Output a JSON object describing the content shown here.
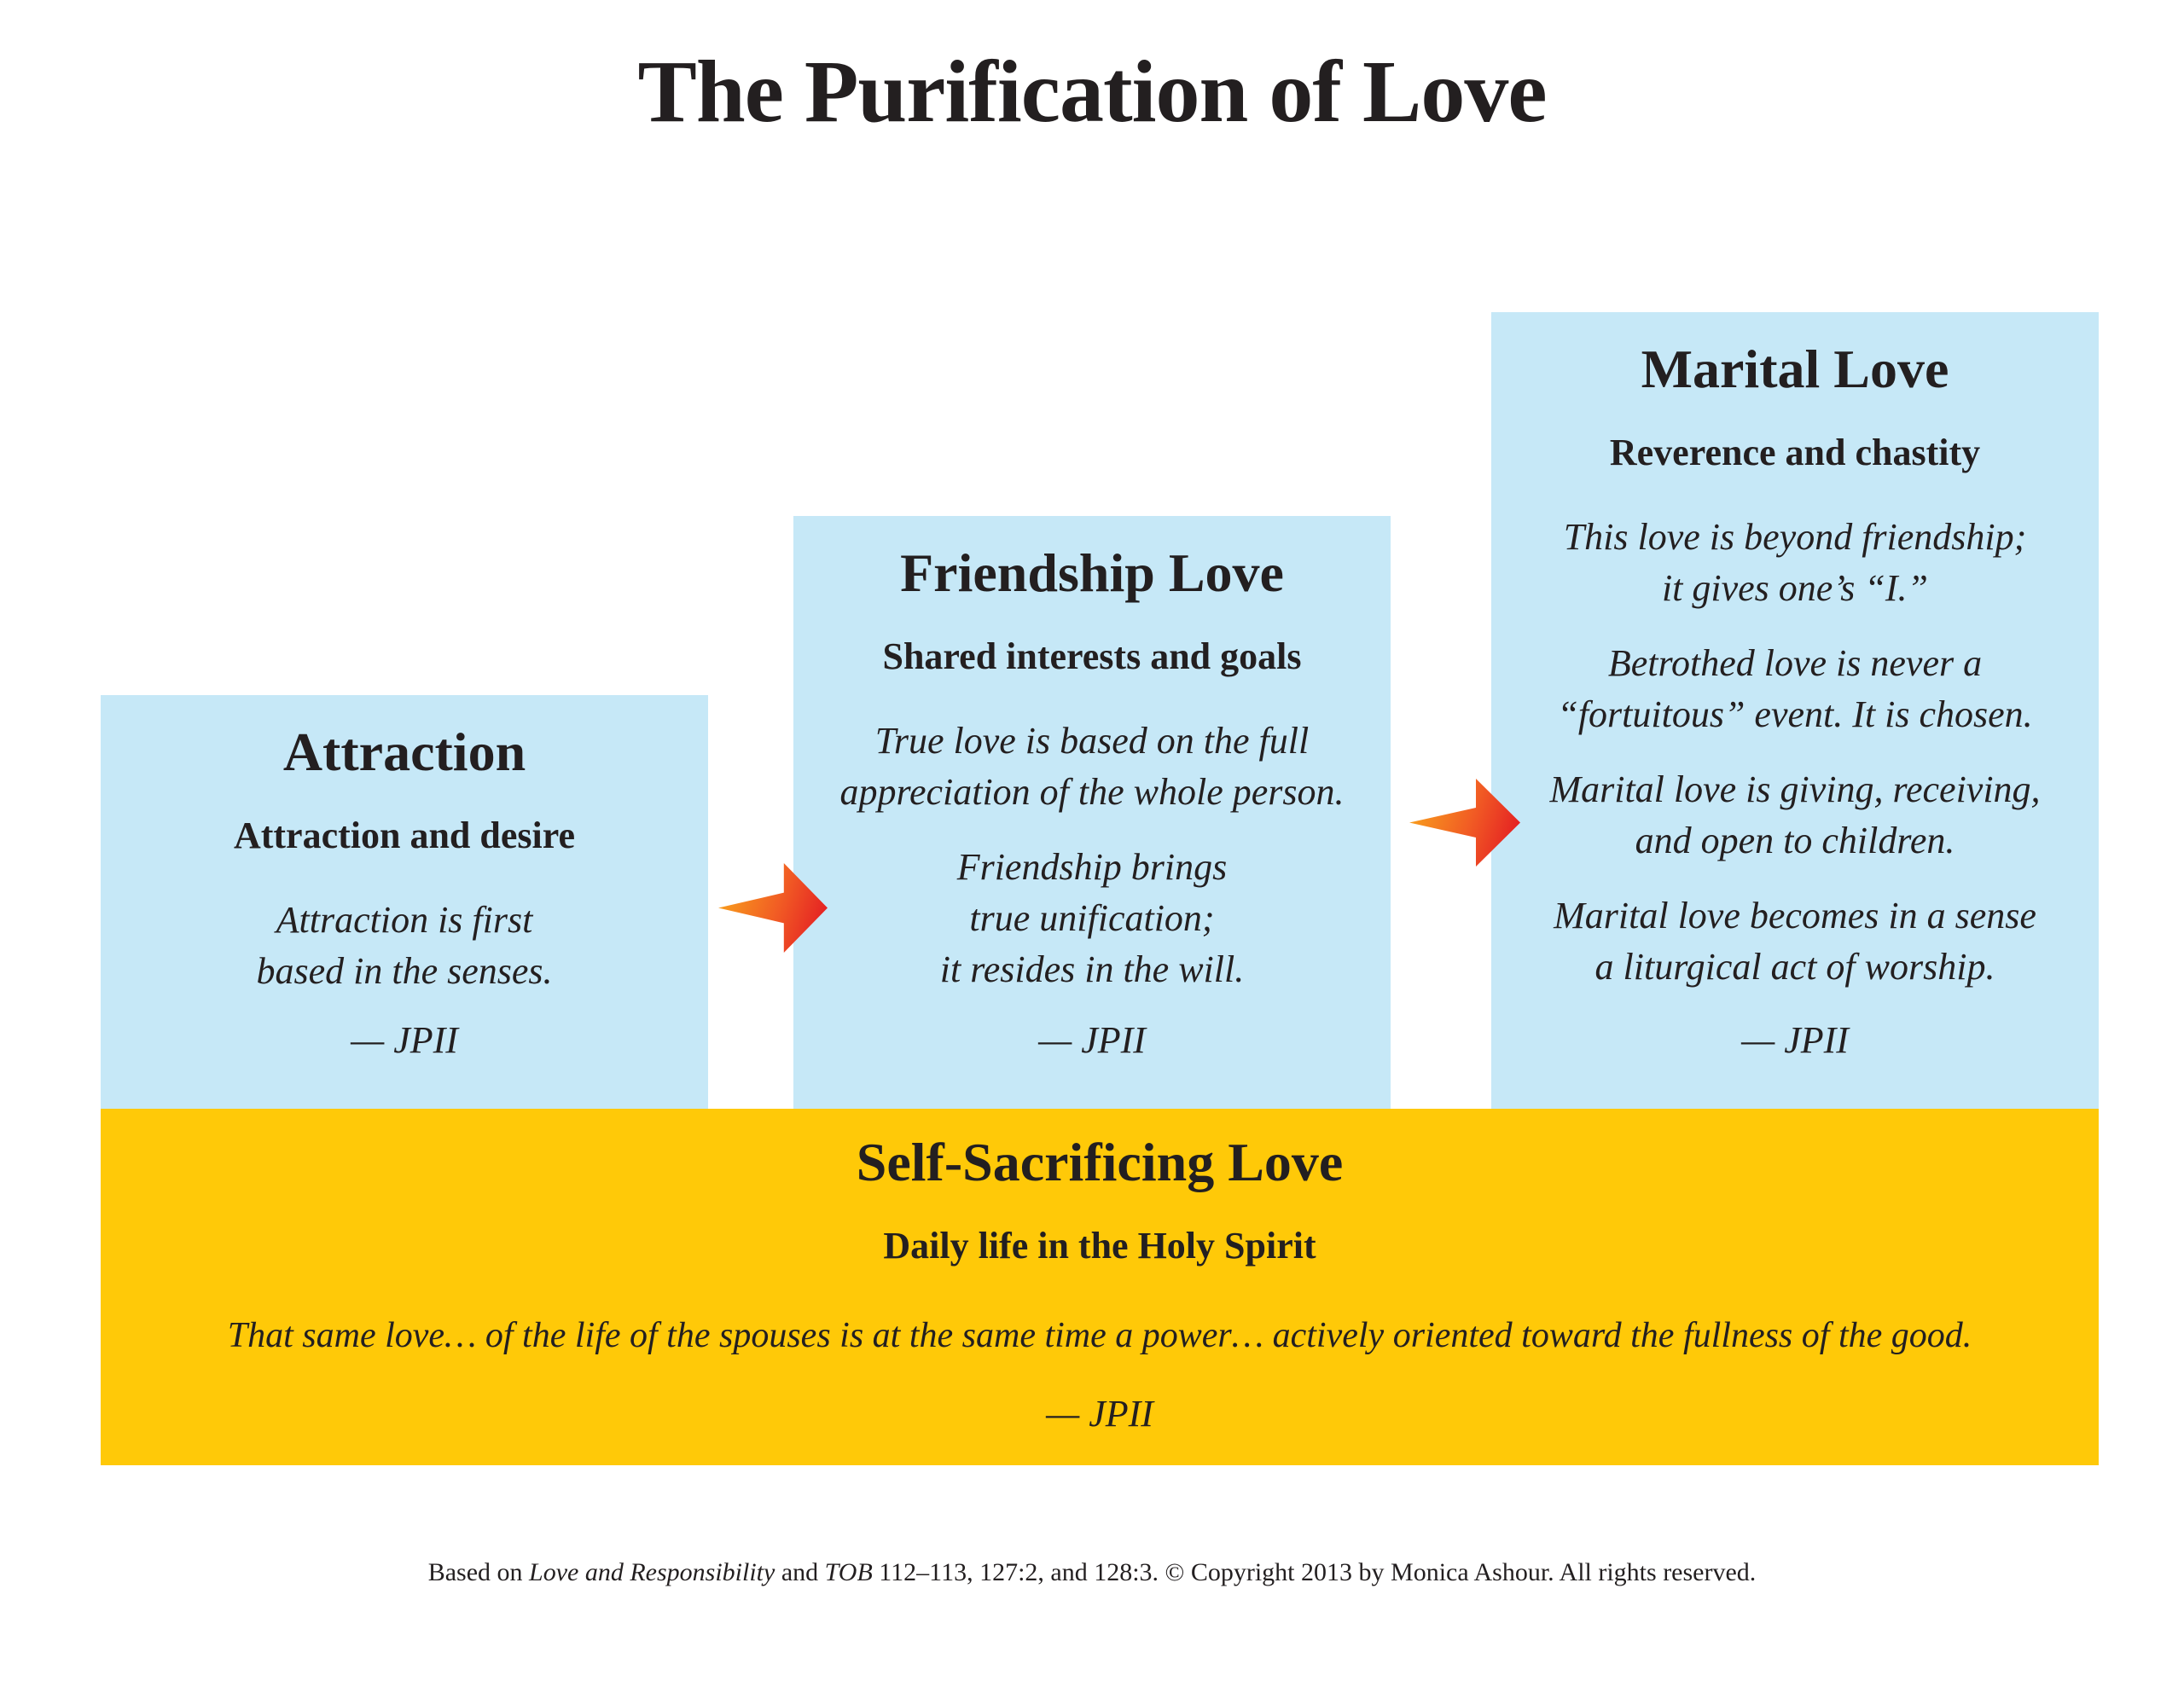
{
  "page": {
    "title": "The Purification of Love"
  },
  "colors": {
    "text": "#231f20",
    "box_blue": "#c6e8f7",
    "box_yellow": "#ffc908",
    "arrow_start": "#f9a51c",
    "arrow_mid": "#f15a24",
    "arrow_end": "#e31b23"
  },
  "stages": [
    {
      "id": "attraction",
      "title": "Attraction",
      "subtitle": "Attraction and desire",
      "quotes": [
        "Attraction is first\nbased in the senses."
      ],
      "attribution": "— JPII"
    },
    {
      "id": "friendship",
      "title": "Friendship Love",
      "subtitle": "Shared interests and goals",
      "quotes": [
        "True love is based on the full\nappreciation of the whole person.",
        "Friendship brings\ntrue unification;\nit resides in the will."
      ],
      "attribution": "— JPII"
    },
    {
      "id": "marital",
      "title": "Marital Love",
      "subtitle": "Reverence and chastity",
      "quotes": [
        "This love is beyond friendship;\nit gives one’s “I.”",
        "Betrothed love is never a\n“fortuitous” event. It is chosen.",
        "Marital love is giving, receiving,\nand open to children.",
        "Marital love becomes in a sense\na liturgical act of worship."
      ],
      "attribution": "— JPII"
    }
  ],
  "base": {
    "title": "Self-Sacrificing Love",
    "subtitle": "Daily life in the Holy Spirit",
    "quote": "That same love… of the life of the spouses is at the same time a power… actively oriented toward the fullness of the good.",
    "attribution": "— JPII"
  },
  "arrows": [
    {
      "from": "attraction",
      "to": "friendship"
    },
    {
      "from": "friendship",
      "to": "marital"
    }
  ],
  "footer": {
    "parts": [
      "Based on ",
      "Love and Responsibility",
      " and ",
      "TOB",
      " 112–113, 127:2, and 128:3. © Copyright 2013 by Monica Ashour. All rights reserved."
    ]
  }
}
